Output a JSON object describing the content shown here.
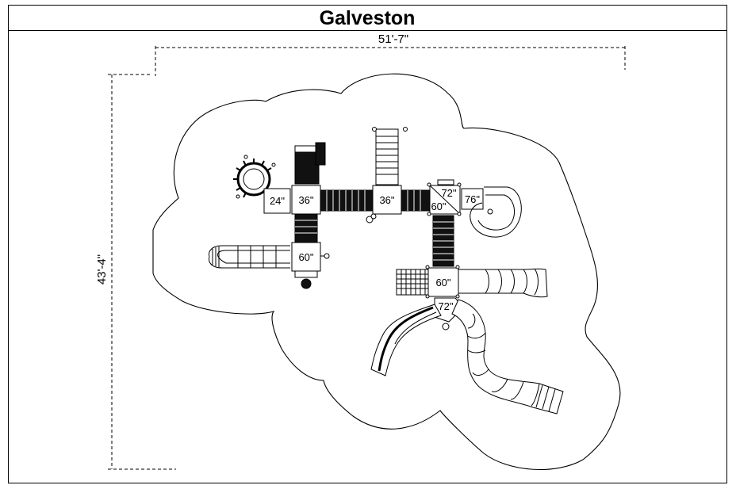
{
  "title": "Galveston",
  "dimensions": {
    "width": "51'-7\"",
    "depth": "43'-4\""
  },
  "decks": {
    "d24": "24\"",
    "d36a": "36\"",
    "d36b": "36\"",
    "d72a": "72\"",
    "d60a": "60\"",
    "d76": "76\"",
    "d60b": "60\"",
    "d60c": "60\"",
    "d72b": "72\""
  },
  "colors": {
    "line": "#000000",
    "background": "#ffffff"
  }
}
